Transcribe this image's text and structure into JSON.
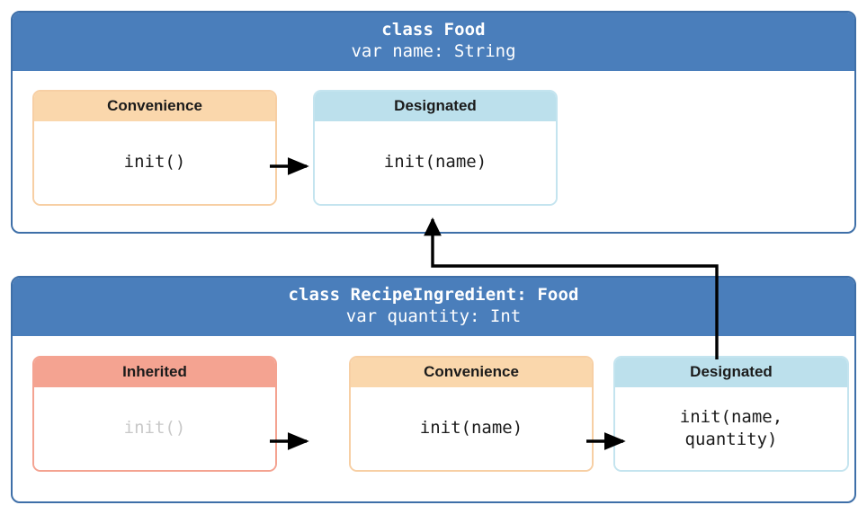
{
  "diagram": {
    "title": "Swift class initializer delegation (Food / RecipeIngredient)",
    "colors": {
      "panel_border": "#3E6FA8",
      "header_blue": "#4A7EBB",
      "convenience": "#FAD7AC",
      "convenience_border": "#F7CFA4",
      "designated": "#BCE0EC",
      "designated_border": "#C4E4EF",
      "inherited": "#F4A391",
      "inherited_border": "#F4A391",
      "arrow": "#000000",
      "disabled_text": "#c8c8c8"
    },
    "panels": [
      {
        "id": "food",
        "class_signature": "class Food",
        "class_variable": "var name: String",
        "boxes": [
          {
            "id": "food-convenience",
            "kind": "Convenience",
            "title": "Convenience",
            "code": "init()",
            "disabled": false
          },
          {
            "id": "food-designated",
            "kind": "Designated",
            "title": "Designated",
            "code": "init(name)",
            "disabled": false
          }
        ]
      },
      {
        "id": "recipe-ingredient",
        "class_signature": "class RecipeIngredient: Food",
        "class_variable": "var quantity: Int",
        "boxes": [
          {
            "id": "recipe-inherited",
            "kind": "Inherited",
            "title": "Inherited",
            "code": "init()",
            "disabled": true
          },
          {
            "id": "recipe-convenience",
            "kind": "Convenience",
            "title": "Convenience",
            "code": "init(name)",
            "disabled": false
          },
          {
            "id": "recipe-designated",
            "kind": "Designated",
            "title": "Designated",
            "code": "init(name,\nquantity)",
            "disabled": false
          }
        ]
      }
    ],
    "arrows": [
      {
        "id": "food-conv-to-desig",
        "from": "food-convenience",
        "to": "food-designated",
        "shape": "horizontal"
      },
      {
        "id": "recipe-inherited-to-conv",
        "from": "recipe-inherited",
        "to": "recipe-convenience",
        "shape": "horizontal"
      },
      {
        "id": "recipe-conv-to-desig",
        "from": "recipe-convenience",
        "to": "recipe-designated",
        "shape": "horizontal"
      },
      {
        "id": "recipe-desig-to-food-desig",
        "from": "recipe-designated",
        "to": "food-designated",
        "shape": "elbow-up"
      }
    ]
  }
}
